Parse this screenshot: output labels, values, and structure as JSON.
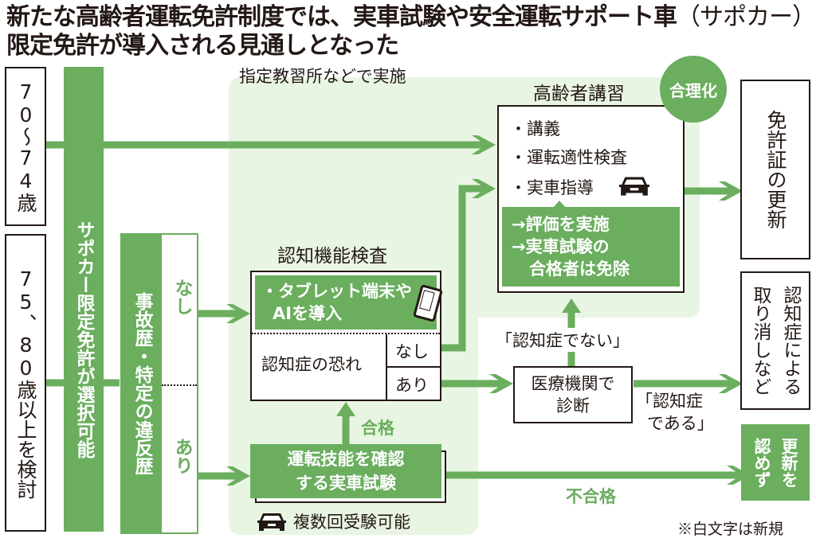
{
  "title": {
    "line1_bold": "新たな高齢者運転免許制度では、実車試験や安全運転サポート車",
    "line1_light": "（サポカー）",
    "line2": "限定免許が導入される見通しとなった"
  },
  "colors": {
    "green": "#6aae5e",
    "light_green_bg": "#e9f5e3",
    "text": "#231815"
  },
  "age_groups": [
    {
      "label": "70〜74歳"
    },
    {
      "label": "75、80歳以上を検討"
    }
  ],
  "supocar_bar": "サポカー限定免許が選択可能",
  "history_bar": {
    "label": "事故歴・特定の違反歴",
    "none": "なし",
    "exists": "あり"
  },
  "region_label": "指定教習所などで実施",
  "cognitive_test": {
    "heading": "認知機能検査",
    "new_item": "・タブレット端末やAIを導入",
    "new_item_line1": "・タブレット端末や",
    "new_item_line2": "AIを導入",
    "risk_label": "認知症の恐れ",
    "risk_none": "なし",
    "risk_exists": "あり",
    "icon": "tablet-icon"
  },
  "road_test": {
    "line1": "運転技能を確認",
    "line2": "する実車試験",
    "pass": "合格",
    "fail": "不合格",
    "retake_note": "複数回受験可能",
    "icon": "car-icon"
  },
  "elderly_course": {
    "heading": "高齢者講習",
    "badge": "合理化",
    "items": [
      "・講義",
      "・運転適性検査",
      "・実車指導"
    ],
    "new_line1": "→評価を実施",
    "new_line2": "→実車試験の",
    "new_line3": "合格者は免除",
    "icon": "car-icon"
  },
  "medical": {
    "label_line1": "医療機関で",
    "label_line2": "診断",
    "not_dementia": "「認知症でない」",
    "is_dementia_line1": "「認知症",
    "is_dementia_line2": "である」"
  },
  "outcomes": {
    "renewal": "免許証の更新",
    "revocation_col1": "認知症による",
    "revocation_col2": "取り消しなど",
    "deny_col1": "更新を",
    "deny_col2": "認めず"
  },
  "footnote": "※白文字は新規"
}
